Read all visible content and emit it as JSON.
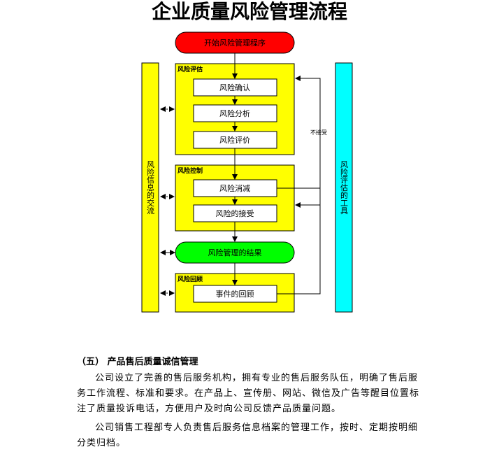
{
  "title": "企业质量风险管理流程",
  "flow": {
    "start": "开始风险管理程序",
    "assessment_label": "风险评估",
    "identify": "风险确认",
    "analyze": "风险分析",
    "evaluate": "风险评价",
    "control_label": "风险控制",
    "reduce": "风险消减",
    "accept": "风险的接受",
    "result": "风险管理的结果",
    "review_label": "风险回顾",
    "event_review": "事件的回顾",
    "not_accepted": "不接受",
    "left_bar": "风险信息的交流",
    "right_bar": "风险评估的工具"
  },
  "colors": {
    "start": "#ff0000",
    "phase": "#ffff00",
    "result": "#00ff00",
    "left_bar": "#ffff00",
    "right_bar": "#00ffff"
  },
  "section": {
    "heading": "（五） 产品售后质量诚信管理",
    "paragraph1": "公司设立了完善的售后服务机构，拥有专业的售后服务队伍，明确了售后服务工作流程、标准和要求。在产品上、宣传册、网站、微信及广告等醒目位置标注了质量投诉电话，方便用户及时向公司反馈产品质量问题。",
    "paragraph2": "公司销售工程部专人负责售后服务信息档案的管理工作，按时、定期按明细分类归档。"
  }
}
